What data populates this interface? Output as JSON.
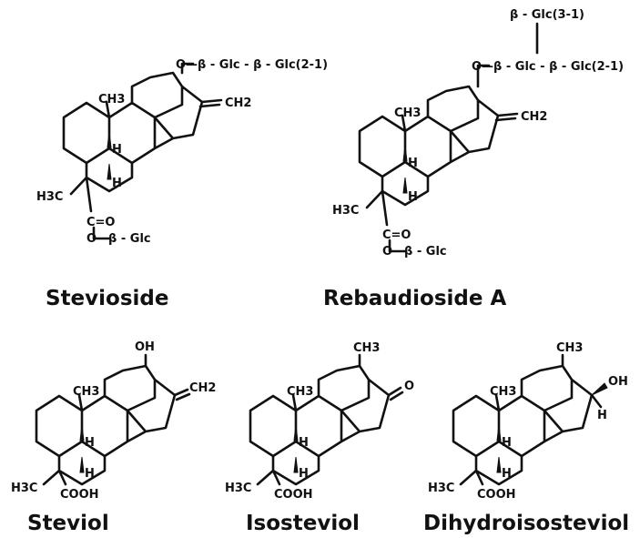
{
  "compounds": {
    "stevioside": {
      "name": "Stevioside",
      "substituent": "O—β - Glc - β - Glc(2-1)",
      "methylene": "CH2",
      "methyl": "CH3",
      "h1": "H",
      "h2": "H",
      "methyl_left": "H3C",
      "ester_co": "C=O",
      "ester_glc": "O—β - Glc"
    },
    "rebaudioside_a": {
      "name": "Rebaudioside A",
      "branch": "β - Glc(3-1)",
      "substituent": "O—β - Glc - β - Glc(2-1)",
      "methylene": "CH2",
      "methyl": "CH3",
      "h1": "H",
      "h2": "H",
      "methyl_left": "H3C",
      "ester_co": "C=O",
      "ester_glc": "O—β - Glc"
    },
    "steviol": {
      "name": "Steviol",
      "oh": "OH",
      "methylene": "CH2",
      "methyl": "CH3",
      "h1": "H",
      "h2": "H",
      "methyl_left": "H3C",
      "acid": "COOH"
    },
    "isosteviol": {
      "name": "Isosteviol",
      "top_methyl": "CH3",
      "keto": "O",
      "methyl": "CH3",
      "h1": "H",
      "h2": "H",
      "methyl_left": "H3C",
      "acid": "COOH"
    },
    "dihydroisosteviol": {
      "name": "Dihydroisosteviol",
      "top_methyl": "CH3",
      "oh": "OH",
      "h_side": "H",
      "methyl": "CH3",
      "h1": "H",
      "h2": "H",
      "methyl_left": "H3C",
      "acid": "COOH"
    }
  }
}
